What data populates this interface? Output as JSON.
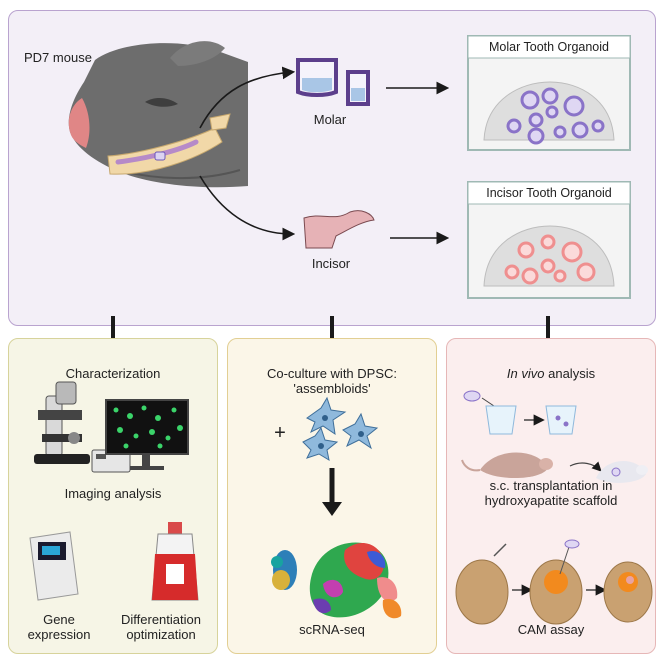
{
  "top": {
    "source_label": "PD7 mouse",
    "molar_label": "Molar",
    "incisor_label": "Incisor",
    "molar_organoid_title": "Molar Tooth Organoid",
    "incisor_organoid_title": "Incisor Tooth Organoid"
  },
  "panel1": {
    "title": "Characterization",
    "imaging_label": "Imaging analysis",
    "gene_label": "Gene\nexpression",
    "diff_label": "Differentiation\noptimization"
  },
  "panel2": {
    "title": "Co-culture with DPSC:\n'assembloids'",
    "plus": "+",
    "scrna_label": "scRNA-seq"
  },
  "panel3": {
    "title_italic": "In vivo",
    "title_rest": " analysis",
    "transplant_label": "s.c. transplantation in\nhydroxyapatite scaffold",
    "cam_label": "CAM assay"
  },
  "colors": {
    "molar_purple": "#8a73c8",
    "incisor_pink": "#ef8f8f",
    "top_border": "#b9a3cf",
    "arrow": "#1a1a1a"
  },
  "icons": [
    "mouse-head",
    "molar-tooth",
    "incisor-tooth",
    "petri-dish",
    "microscope",
    "fluorescence-monitor",
    "qpcr-machine",
    "culture-flask",
    "dpsc-cell",
    "umap-plot",
    "mouse",
    "egg"
  ]
}
